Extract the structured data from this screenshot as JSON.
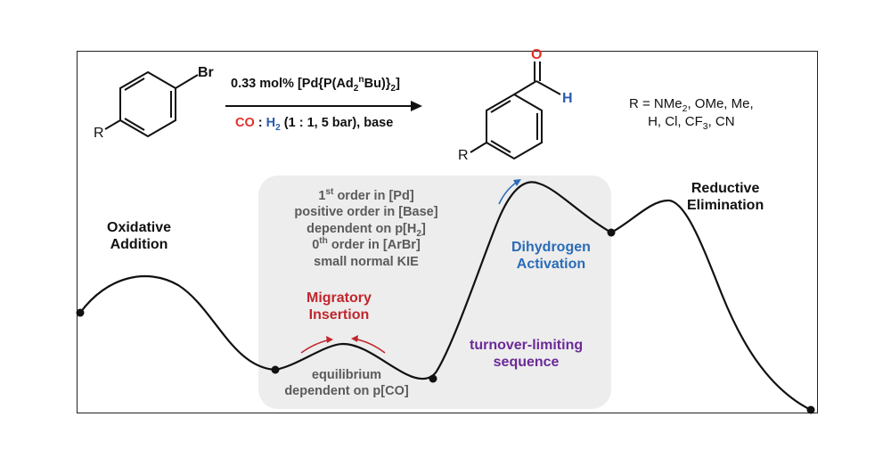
{
  "reaction": {
    "reactant_sub_Br": "Br",
    "reactant_sub_R": "R",
    "catalyst_prefix": "0.33 mol% [Pd{P(Ad",
    "catalyst_sub1": "2",
    "catalyst_sup": "n",
    "catalyst_bu": "Bu)}",
    "catalyst_sub2": "2",
    "catalyst_close": "]",
    "co_label": "CO",
    "colon": " : ",
    "h2_label": "H",
    "h2_sub": "2",
    "conditions_rest": " (1 : 1, 5 bar), base",
    "product_O": "O",
    "product_H": "H",
    "product_R": "R",
    "r_groups_line1_a": "R = NMe",
    "r_groups_line1_sub": "2",
    "r_groups_line1_b": ", OMe, Me,",
    "r_groups_line2_a": "H, Cl, CF",
    "r_groups_line2_sub": "3",
    "r_groups_line2_b": ", CN"
  },
  "profile": {
    "oxidative_addition": [
      "Oxidative",
      "Addition"
    ],
    "reductive_elimination": [
      "Reductive",
      "Elimination"
    ],
    "migratory_insertion": [
      "Migratory",
      "Insertion"
    ],
    "dihydrogen_activation": [
      "Dihydrogen",
      "Activation"
    ],
    "turnover_limiting": [
      "turnover-limiting",
      "sequence"
    ],
    "equilibrium": [
      "equilibrium",
      "dependent on p[CO]"
    ],
    "kinetics": {
      "line1_a": "1",
      "line1_sup": "st",
      "line1_b": " order in [Pd]",
      "line2": "positive order in [Base]",
      "line3_a": "dependent on p[H",
      "line3_sub": "2",
      "line3_b": "]",
      "line4_a": "0",
      "line4_sup": "th",
      "line4_b": " order in [ArBr]",
      "line5": "small normal KIE"
    }
  },
  "colors": {
    "migratory": "#c0262c",
    "dihydrogen": "#2a6cb7",
    "turnover": "#6b2a97",
    "co": "#e0322a",
    "h2": "#2a5cb0",
    "gray_text": "#5b5b5b"
  }
}
